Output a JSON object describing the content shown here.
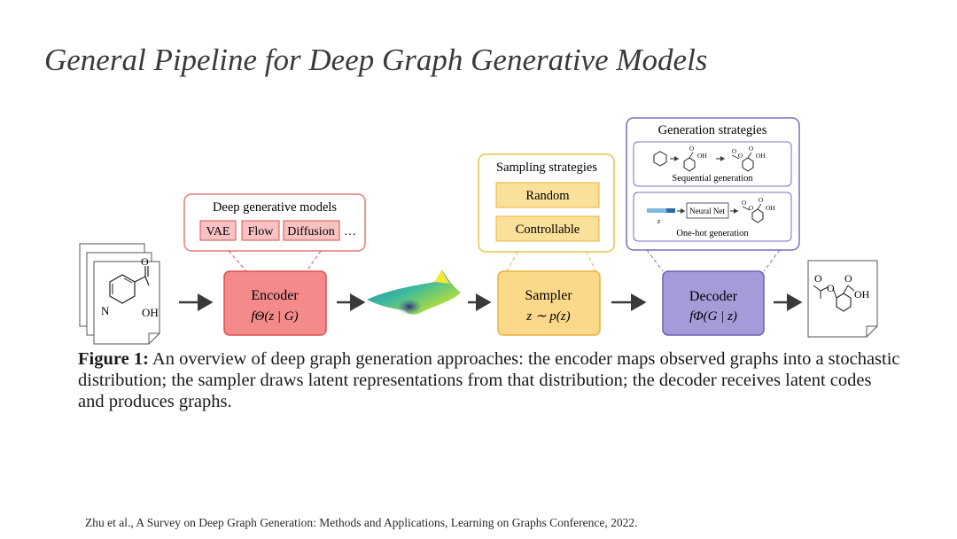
{
  "title": "General Pipeline for Deep Graph Generative Models",
  "input_mol": {
    "n_label": "N",
    "oh_label": "OH",
    "o_label": "O"
  },
  "encoder_panel": {
    "title": "Deep generative models",
    "models": [
      "VAE",
      "Flow",
      "Diffusion"
    ],
    "ellipsis": "…"
  },
  "encoder": {
    "label": "Encoder",
    "formula": "fΘ(z | G)"
  },
  "sampler_panel": {
    "title": "Sampling strategies",
    "options": [
      "Random",
      "Controllable"
    ]
  },
  "sampler": {
    "label": "Sampler",
    "formula": "z ∼ p(z)"
  },
  "generation_panel": {
    "title": "Generation strategies",
    "sequential_label": "Sequential generation",
    "onehot_label": "One-hot generation",
    "neural_net": "Neural Net",
    "z_label": "z",
    "oh_small": "OH",
    "o_small": "O"
  },
  "decoder": {
    "label": "Decoder",
    "formula": "fΦ(G | z)"
  },
  "output_mol": {
    "oh_label": "OH",
    "o_label": "O"
  },
  "caption": {
    "figure_label": "Figure 1:",
    "text": "An overview of deep graph generation approaches: the encoder maps observed graphs into a stochastic distribution; the sampler draws latent representations from that distribution; the decoder receives latent codes and produces graphs."
  },
  "citation": "Zhu et al., A Survey on Deep Graph Generation: Methods and Applications, Learning on Graphs Conference, 2022.",
  "colors": {
    "encoder_fill": "#f48a8a",
    "encoder_border": "#d95050",
    "model_chip_fill": "#f9c2c2",
    "sampler_fill": "#fcd98a",
    "sampler_border": "#e8b23c",
    "option_fill": "#fbe09a",
    "decoder_fill": "#a79ad8",
    "decoder_border": "#6f5fb4",
    "generation_border": "#6f5fb4",
    "arrow": "#3a3a3a"
  }
}
